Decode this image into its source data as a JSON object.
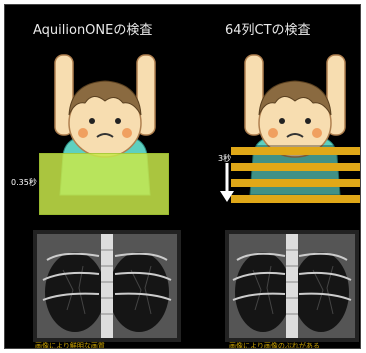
{
  "left_panel": {
    "title": "AquilionONEの検査",
    "time_label": "0.35秒",
    "caption": "画像により鮮明な画質"
  },
  "right_panel": {
    "title": "64列CTの検査",
    "time_label": "3秒",
    "caption": "画像により画像のぶれがある"
  },
  "colors": {
    "background": "#000000",
    "skin": "#f7ddb0",
    "hair": "#8a6a40",
    "shirt": "#5ed0c0",
    "scan_band_left": "#c8e84a",
    "scan_band_right": "#e0a818",
    "caption": "#f0c000"
  },
  "icons": [
    "child-figure-icon",
    "scan-band-icon",
    "arrow-down-icon",
    "chest-ct-image-icon"
  ]
}
